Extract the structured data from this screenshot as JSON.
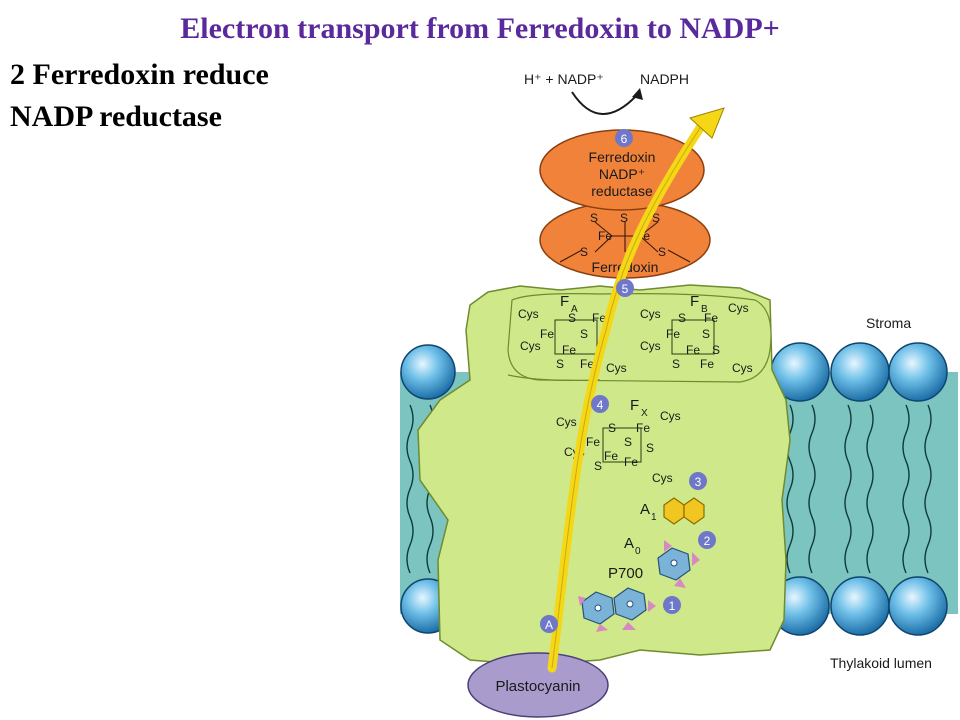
{
  "slide": {
    "title": "Electron transport from Ferredoxin to NADP+",
    "notes": [
      "2 Ferredoxin reduce",
      "NADP reductase"
    ]
  },
  "diagram": {
    "reaction_left": "H⁺ + NADP⁺",
    "reaction_right": "NADPH",
    "fnr_lines": [
      "Ferredoxin",
      "NADP⁺",
      "reductase"
    ],
    "ferredoxin_label": "Ferredoxin",
    "cluster_fa": "F",
    "cluster_fa_sub": "A",
    "cluster_fb": "F",
    "cluster_fb_sub": "B",
    "cluster_fx": "F",
    "cluster_fx_sub": "X",
    "a1": "A",
    "a1_sub": "1",
    "a0": "A",
    "a0_sub": "0",
    "p700": "P700",
    "plastocyanin": "Plastocyanin",
    "stroma": "Stroma",
    "lumen": "Thylakoid lumen",
    "steps": [
      "1",
      "2",
      "3",
      "4",
      "5",
      "6",
      "A"
    ],
    "atom_cys": "Cys",
    "atom_s": "S",
    "atom_fe": "Fe",
    "colors": {
      "membrane": "#7cc4c0",
      "protein": "#cfe98a",
      "orange": "#f0823a",
      "plastocyanin": "#a99ccc",
      "arrow": "#f5d718",
      "marker": "#6f78c8",
      "title": "#5a2a9c"
    }
  }
}
